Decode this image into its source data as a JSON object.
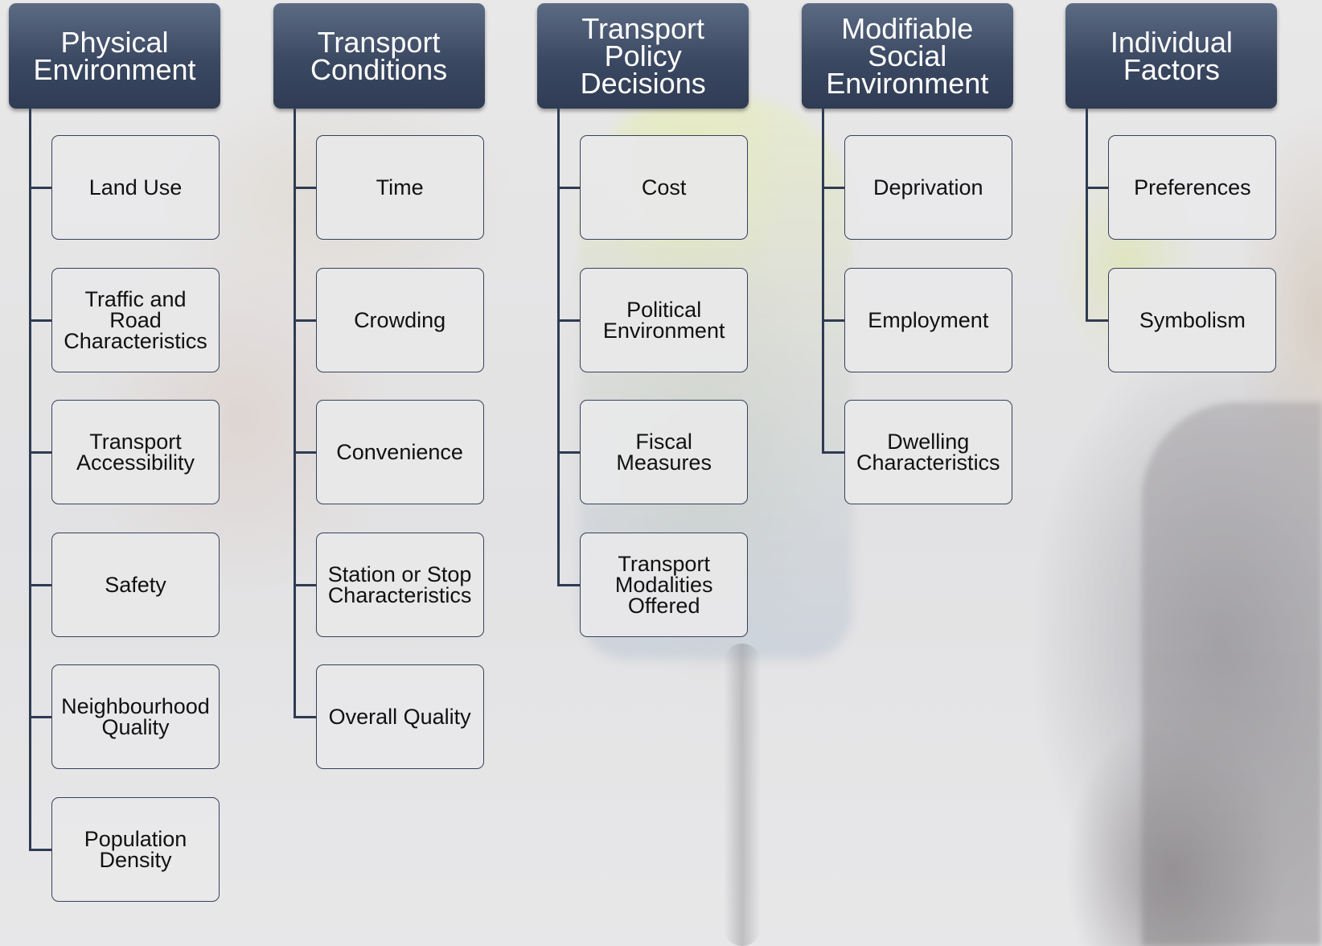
{
  "columns": [
    {
      "title": "Physical\nEnvironment",
      "items": [
        "Land Use",
        "Traffic and\nRoad\nCharacteristics",
        "Transport\nAccessibility",
        "Safety",
        "Neighbourhood\nQuality",
        "Population\nDensity"
      ]
    },
    {
      "title": "Transport\nConditions",
      "items": [
        "Time",
        "Crowding",
        "Convenience",
        "Station or Stop\nCharacteristics",
        "Overall Quality"
      ]
    },
    {
      "title": "Transport\nPolicy\nDecisions",
      "items": [
        "Cost",
        "Political\nEnvironment",
        "Fiscal\nMeasures",
        "Transport\nModalities\nOffered"
      ]
    },
    {
      "title": "Modifiable\nSocial\nEnvironment",
      "items": [
        "Deprivation",
        "Employment",
        "Dwelling\nCharacteristics"
      ]
    },
    {
      "title": "Individual\nFactors",
      "items": [
        "Preferences",
        "Symbolism"
      ]
    }
  ],
  "colors": {
    "header_dark": "#303c54",
    "header_light": "#5c6b84",
    "connector": "#2f3b52",
    "box_fill": "#e8e8ea"
  }
}
